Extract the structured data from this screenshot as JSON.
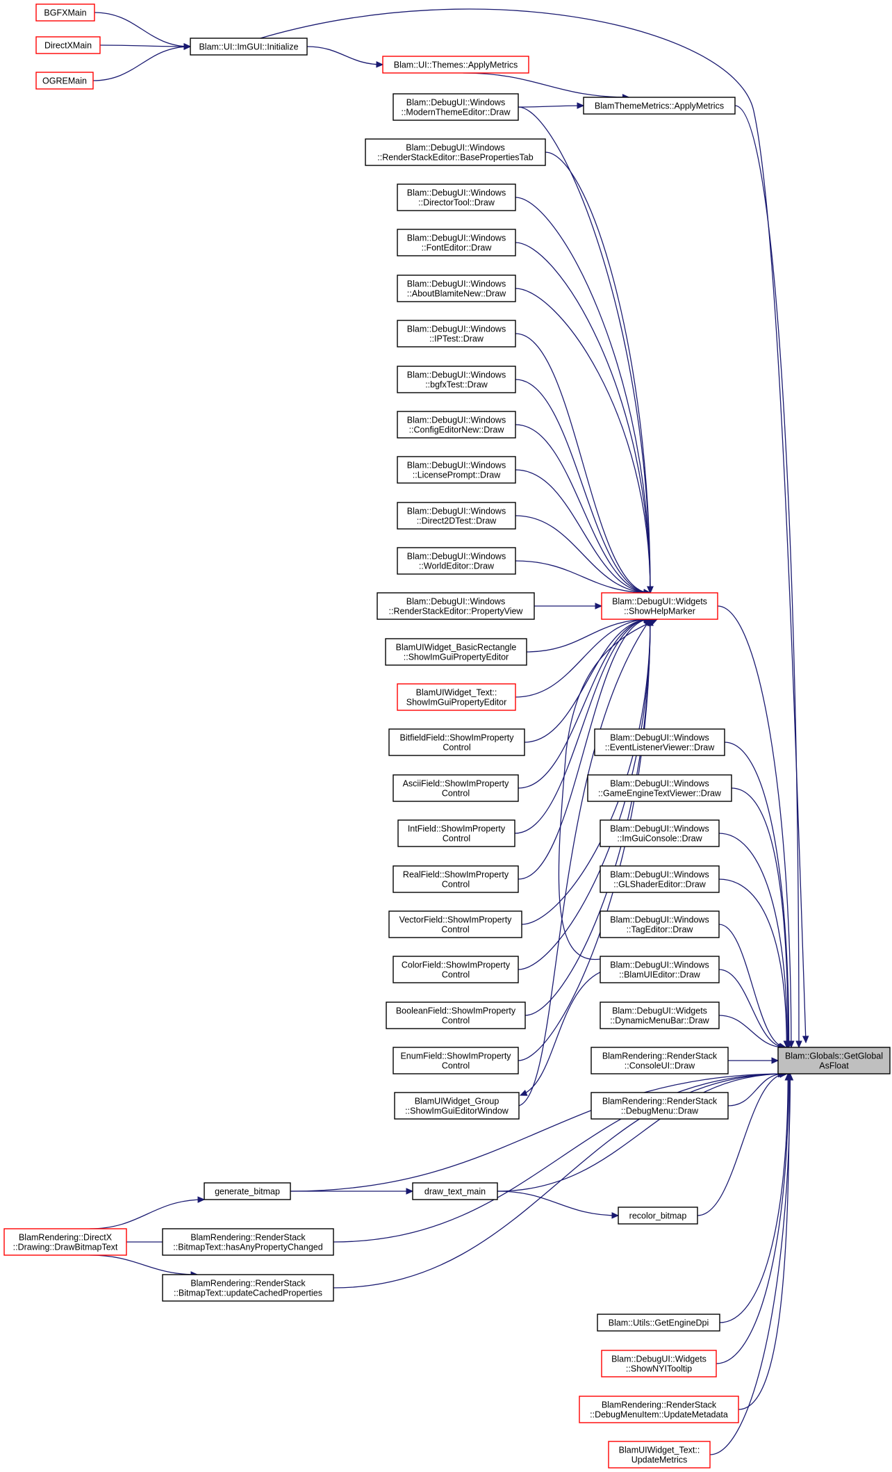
{
  "nodes": [
    {
      "id": "bgfx_main",
      "lines": [
        "BGFXMain"
      ],
      "style": "red"
    },
    {
      "id": "directx_main",
      "lines": [
        "DirectXMain"
      ],
      "style": "red"
    },
    {
      "id": "ogre_main",
      "lines": [
        "OGREMain"
      ],
      "style": "red"
    },
    {
      "id": "imgui_initialize",
      "lines": [
        "Blam::UI::ImGUI::Initialize"
      ],
      "style": "black"
    },
    {
      "id": "themes_apply_metrics",
      "lines": [
        "Blam::UI::Themes::ApplyMetrics"
      ],
      "style": "red"
    },
    {
      "id": "blam_theme_metrics_apply",
      "lines": [
        "BlamThemeMetrics::ApplyMetrics"
      ],
      "style": "black"
    },
    {
      "id": "modern_theme_editor_draw",
      "lines": [
        "Blam::DebugUI::Windows",
        "::ModernThemeEditor::Draw"
      ],
      "style": "black"
    },
    {
      "id": "render_stack_editor_base_props",
      "lines": [
        "Blam::DebugUI::Windows",
        "::RenderStackEditor::BasePropertiesTab"
      ],
      "style": "black"
    },
    {
      "id": "director_tool_draw",
      "lines": [
        "Blam::DebugUI::Windows",
        "::DirectorTool::Draw"
      ],
      "style": "black"
    },
    {
      "id": "font_editor_draw",
      "lines": [
        "Blam::DebugUI::Windows",
        "::FontEditor::Draw"
      ],
      "style": "black"
    },
    {
      "id": "about_blamite_new_draw",
      "lines": [
        "Blam::DebugUI::Windows",
        "::AboutBlamiteNew::Draw"
      ],
      "style": "black"
    },
    {
      "id": "ip_test_draw",
      "lines": [
        "Blam::DebugUI::Windows",
        "::IPTest::Draw"
      ],
      "style": "black"
    },
    {
      "id": "bgfx_test_draw",
      "lines": [
        "Blam::DebugUI::Windows",
        "::bgfxTest::Draw"
      ],
      "style": "black"
    },
    {
      "id": "config_editor_new_draw",
      "lines": [
        "Blam::DebugUI::Windows",
        "::ConfigEditorNew::Draw"
      ],
      "style": "black"
    },
    {
      "id": "license_prompt_draw",
      "lines": [
        "Blam::DebugUI::Windows",
        "::LicensePrompt::Draw"
      ],
      "style": "black"
    },
    {
      "id": "direct2d_test_draw",
      "lines": [
        "Blam::DebugUI::Windows",
        "::Direct2DTest::Draw"
      ],
      "style": "black"
    },
    {
      "id": "world_editor_draw",
      "lines": [
        "Blam::DebugUI::Windows",
        "::WorldEditor::Draw"
      ],
      "style": "black"
    },
    {
      "id": "render_stack_editor_property_view",
      "lines": [
        "Blam::DebugUI::Windows",
        "::RenderStackEditor::PropertyView"
      ],
      "style": "black"
    },
    {
      "id": "basic_rectangle_show_editor",
      "lines": [
        "BlamUIWidget_BasicRectangle",
        "::ShowImGuiPropertyEditor"
      ],
      "style": "black"
    },
    {
      "id": "widget_text_show_editor",
      "lines": [
        "BlamUIWidget_Text::",
        "ShowImGuiPropertyEditor"
      ],
      "style": "red"
    },
    {
      "id": "bitfield_field_show",
      "lines": [
        "BitfieldField::ShowImProperty",
        "Control"
      ],
      "style": "black"
    },
    {
      "id": "ascii_field_show",
      "lines": [
        "AsciiField::ShowImProperty",
        "Control"
      ],
      "style": "black"
    },
    {
      "id": "int_field_show",
      "lines": [
        "IntField::ShowImProperty",
        "Control"
      ],
      "style": "black"
    },
    {
      "id": "real_field_show",
      "lines": [
        "RealField::ShowImProperty",
        "Control"
      ],
      "style": "black"
    },
    {
      "id": "vector_field_show",
      "lines": [
        "VectorField::ShowImProperty",
        "Control"
      ],
      "style": "black"
    },
    {
      "id": "color_field_show",
      "lines": [
        "ColorField::ShowImProperty",
        "Control"
      ],
      "style": "black"
    },
    {
      "id": "boolean_field_show",
      "lines": [
        "BooleanField::ShowImProperty",
        "Control"
      ],
      "style": "black"
    },
    {
      "id": "enum_field_show",
      "lines": [
        "EnumField::ShowImProperty",
        "Control"
      ],
      "style": "black"
    },
    {
      "id": "widget_group_show_editor_window",
      "lines": [
        "BlamUIWidget_Group",
        "::ShowImGuiEditorWindow"
      ],
      "style": "black"
    },
    {
      "id": "show_help_marker",
      "lines": [
        "Blam::DebugUI::Widgets",
        "::ShowHelpMarker"
      ],
      "style": "red"
    },
    {
      "id": "event_listener_viewer_draw",
      "lines": [
        "Blam::DebugUI::Windows",
        "::EventListenerViewer::Draw"
      ],
      "style": "black"
    },
    {
      "id": "game_engine_text_viewer_draw",
      "lines": [
        "Blam::DebugUI::Windows",
        "::GameEngineTextViewer::Draw"
      ],
      "style": "black"
    },
    {
      "id": "imgui_console_draw",
      "lines": [
        "Blam::DebugUI::Windows",
        "::ImGuiConsole::Draw"
      ],
      "style": "black"
    },
    {
      "id": "gl_shader_editor_draw",
      "lines": [
        "Blam::DebugUI::Windows",
        "::GLShaderEditor::Draw"
      ],
      "style": "black"
    },
    {
      "id": "tag_editor_draw",
      "lines": [
        "Blam::DebugUI::Windows",
        "::TagEditor::Draw"
      ],
      "style": "black"
    },
    {
      "id": "blam_ui_editor_draw",
      "lines": [
        "Blam::DebugUI::Windows",
        "::BlamUIEditor::Draw"
      ],
      "style": "black"
    },
    {
      "id": "dynamic_menu_bar_draw",
      "lines": [
        "Blam::DebugUI::Widgets",
        "::DynamicMenuBar::Draw"
      ],
      "style": "black"
    },
    {
      "id": "console_ui_draw",
      "lines": [
        "BlamRendering::RenderStack",
        "::ConsoleUI::Draw"
      ],
      "style": "black"
    },
    {
      "id": "debug_menu_draw",
      "lines": [
        "BlamRendering::RenderStack",
        "::DebugMenu::Draw"
      ],
      "style": "black"
    },
    {
      "id": "get_global_as_float",
      "lines": [
        "Blam::Globals::GetGlobal",
        "AsFloat"
      ],
      "style": "target"
    },
    {
      "id": "generate_bitmap",
      "lines": [
        "generate_bitmap"
      ],
      "style": "black"
    },
    {
      "id": "draw_text_main",
      "lines": [
        "draw_text_main"
      ],
      "style": "black"
    },
    {
      "id": "recolor_bitmap",
      "lines": [
        "recolor_bitmap"
      ],
      "style": "black"
    },
    {
      "id": "draw_bitmap_text",
      "lines": [
        "BlamRendering::DirectX",
        "::Drawing::DrawBitmapText"
      ],
      "style": "red"
    },
    {
      "id": "has_any_property_changed",
      "lines": [
        "BlamRendering::RenderStack",
        "::BitmapText::hasAnyPropertyChanged"
      ],
      "style": "black"
    },
    {
      "id": "update_cached_properties",
      "lines": [
        "BlamRendering::RenderStack",
        "::BitmapText::updateCachedProperties"
      ],
      "style": "black"
    },
    {
      "id": "get_engine_dpi",
      "lines": [
        "Blam::Utils::GetEngineDpi"
      ],
      "style": "black"
    },
    {
      "id": "show_nyi_tooltip",
      "lines": [
        "Blam::DebugUI::Widgets",
        "::ShowNYITooltip"
      ],
      "style": "red"
    },
    {
      "id": "debug_menu_item_update_metadata",
      "lines": [
        "BlamRendering::RenderStack",
        "::DebugMenuItem::UpdateMetadata"
      ],
      "style": "red"
    },
    {
      "id": "widget_text_update_metrics",
      "lines": [
        "BlamUIWidget_Text::",
        "UpdateMetrics"
      ],
      "style": "red"
    }
  ],
  "edges": [
    [
      "bgfx_main",
      "imgui_initialize"
    ],
    [
      "directx_main",
      "imgui_initialize"
    ],
    [
      "ogre_main",
      "imgui_initialize"
    ],
    [
      "imgui_initialize",
      "get_global_as_float"
    ],
    [
      "imgui_initialize",
      "themes_apply_metrics"
    ],
    [
      "themes_apply_metrics",
      "blam_theme_metrics_apply"
    ],
    [
      "modern_theme_editor_draw",
      "blam_theme_metrics_apply"
    ],
    [
      "blam_theme_metrics_apply",
      "get_global_as_float"
    ],
    [
      "modern_theme_editor_draw",
      "show_help_marker"
    ],
    [
      "render_stack_editor_base_props",
      "show_help_marker"
    ],
    [
      "director_tool_draw",
      "show_help_marker"
    ],
    [
      "font_editor_draw",
      "show_help_marker"
    ],
    [
      "about_blamite_new_draw",
      "show_help_marker"
    ],
    [
      "ip_test_draw",
      "show_help_marker"
    ],
    [
      "bgfx_test_draw",
      "show_help_marker"
    ],
    [
      "config_editor_new_draw",
      "show_help_marker"
    ],
    [
      "license_prompt_draw",
      "show_help_marker"
    ],
    [
      "direct2d_test_draw",
      "show_help_marker"
    ],
    [
      "world_editor_draw",
      "show_help_marker"
    ],
    [
      "render_stack_editor_property_view",
      "show_help_marker"
    ],
    [
      "basic_rectangle_show_editor",
      "show_help_marker"
    ],
    [
      "widget_text_show_editor",
      "show_help_marker"
    ],
    [
      "bitfield_field_show",
      "show_help_marker"
    ],
    [
      "ascii_field_show",
      "show_help_marker"
    ],
    [
      "int_field_show",
      "show_help_marker"
    ],
    [
      "real_field_show",
      "show_help_marker"
    ],
    [
      "vector_field_show",
      "show_help_marker"
    ],
    [
      "color_field_show",
      "show_help_marker"
    ],
    [
      "boolean_field_show",
      "show_help_marker"
    ],
    [
      "enum_field_show",
      "show_help_marker"
    ],
    [
      "widget_group_show_editor_window",
      "show_help_marker"
    ],
    [
      "blam_ui_editor_draw",
      "show_help_marker"
    ],
    [
      "blam_ui_editor_draw",
      "widget_group_show_editor_window"
    ],
    [
      "show_help_marker",
      "get_global_as_float"
    ],
    [
      "event_listener_viewer_draw",
      "get_global_as_float"
    ],
    [
      "game_engine_text_viewer_draw",
      "get_global_as_float"
    ],
    [
      "imgui_console_draw",
      "get_global_as_float"
    ],
    [
      "gl_shader_editor_draw",
      "get_global_as_float"
    ],
    [
      "tag_editor_draw",
      "get_global_as_float"
    ],
    [
      "blam_ui_editor_draw",
      "get_global_as_float"
    ],
    [
      "dynamic_menu_bar_draw",
      "get_global_as_float"
    ],
    [
      "console_ui_draw",
      "get_global_as_float"
    ],
    [
      "debug_menu_draw",
      "get_global_as_float"
    ],
    [
      "generate_bitmap",
      "get_global_as_float"
    ],
    [
      "generate_bitmap",
      "draw_text_main"
    ],
    [
      "draw_text_main",
      "get_global_as_float"
    ],
    [
      "draw_text_main",
      "recolor_bitmap"
    ],
    [
      "recolor_bitmap",
      "get_global_as_float"
    ],
    [
      "draw_bitmap_text",
      "generate_bitmap"
    ],
    [
      "has_any_property_changed",
      "draw_bitmap_text"
    ],
    [
      "draw_bitmap_text",
      "update_cached_properties"
    ],
    [
      "has_any_property_changed",
      "get_global_as_float"
    ],
    [
      "update_cached_properties",
      "get_global_as_float"
    ],
    [
      "get_engine_dpi",
      "get_global_as_float"
    ],
    [
      "show_nyi_tooltip",
      "get_global_as_float"
    ],
    [
      "debug_menu_item_update_metadata",
      "get_global_as_float"
    ],
    [
      "widget_text_update_metrics",
      "get_global_as_float"
    ]
  ]
}
